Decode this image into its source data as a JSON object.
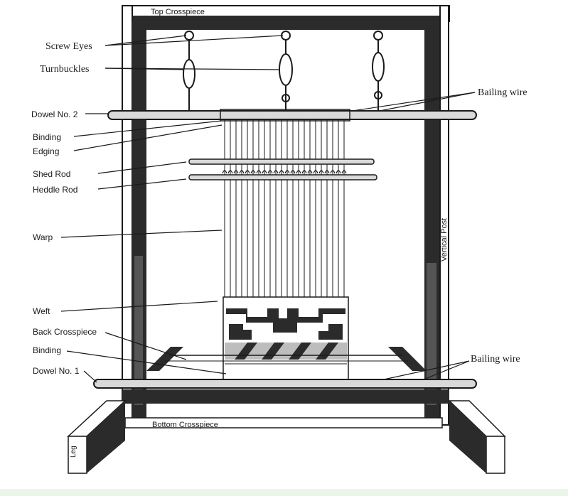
{
  "diagram": {
    "labels": {
      "top_crosspiece": "Top Crosspiece",
      "screw_eyes": "Screw Eyes",
      "turnbuckles": "Turnbuckles",
      "bailing_wire_top": "Bailing wire",
      "dowel_no_2": "Dowel No. 2",
      "binding_top": "Binding",
      "edging": "Edging",
      "shed_rod": "Shed Rod",
      "heddle_rod": "Heddle Rod",
      "warp": "Warp",
      "weft": "Weft",
      "back_crosspiece": "Back Crosspiece",
      "binding_bottom": "Binding",
      "dowel_no_1": "Dowel No. 1",
      "bailing_wire_bottom": "Bailing wire",
      "bottom_crosspiece": "Bottom Crosspiece",
      "vertical_post": "Vertical Post",
      "leg": "Leg"
    }
  },
  "colors": {
    "ink": "#1a1a1a",
    "frame": "#2b2b2b",
    "wood_light": "#d9d9d9",
    "background": "#ffffff",
    "bottom_strip": "#eaf6ea"
  }
}
